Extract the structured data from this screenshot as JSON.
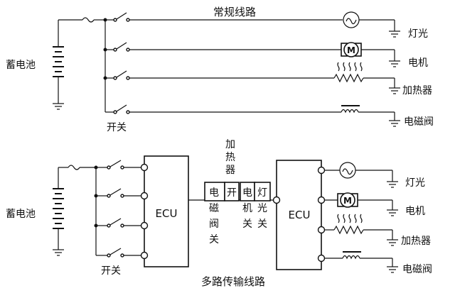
{
  "top": {
    "title": "常规线路",
    "battery_label": "蓄电池",
    "switch_label": "开关",
    "loads": [
      "灯光",
      "电机",
      "加热器",
      "电磁阀"
    ]
  },
  "bottom": {
    "title": "多路传输线路",
    "battery_label": "蓄电池",
    "switch_label": "开关",
    "ecu_left": "ECU",
    "ecu_right": "ECU",
    "labels": {
      "heater": [
        "加",
        "热",
        "器"
      ],
      "heater_switch_char": "开",
      "solenoid_switch": [
        "电",
        "磁",
        "阀",
        "关"
      ],
      "motor_switch": [
        "电",
        "机",
        "关"
      ],
      "light_switch": [
        "灯",
        "光",
        "关"
      ]
    },
    "loads": [
      "灯光",
      "电机",
      "加热器",
      "电磁阀"
    ]
  },
  "icons": {
    "light": "lamp-icon",
    "motor": "motor-icon",
    "motor_letter": "M",
    "heater": "heater-resistor-icon",
    "solenoid": "solenoid-coil-icon",
    "ground": "ground-icon"
  }
}
